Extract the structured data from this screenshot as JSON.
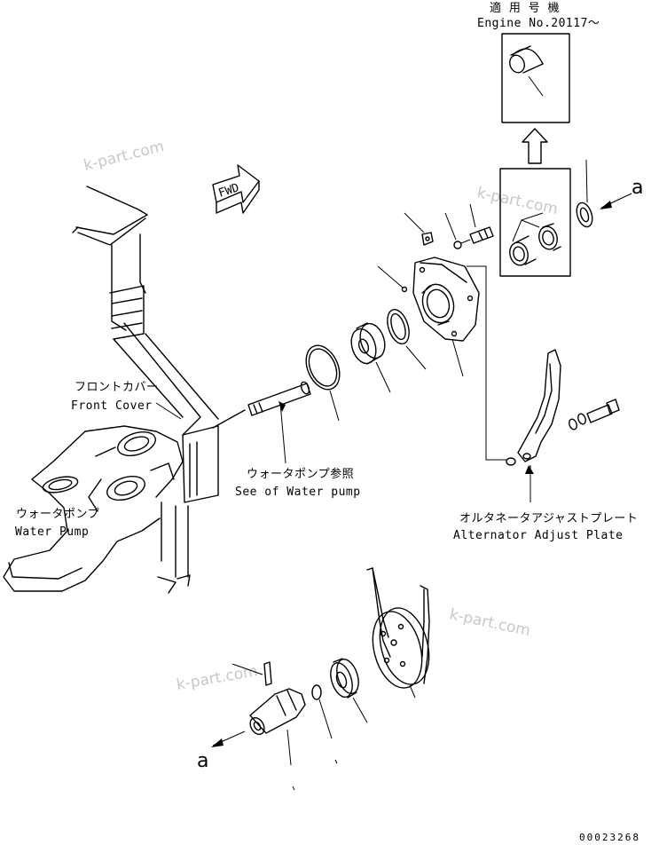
{
  "applicable": {
    "title_jp": "適 用 号 機",
    "engine_no": "Engine No.20117～"
  },
  "labels": {
    "front_cover_jp": "フロントカバー",
    "front_cover_en": "Front Cover",
    "see_water_pump_jp": "ウォータポンプ参照",
    "see_water_pump_en": "See of Water pump",
    "water_pump_jp": "ウォータポンプ",
    "water_pump_en": "Water Pump",
    "adjust_plate_jp": "オルタネータアジャストプレート",
    "adjust_plate_en": "Alternator Adjust Plate",
    "fwd": "FWD",
    "ref_a_top": "a",
    "ref_a_bottom": "a"
  },
  "watermarks": [
    "k-part.com",
    "k-part.com",
    "k-part.com",
    "k-part.com"
  ],
  "drawing_number": "00023268"
}
